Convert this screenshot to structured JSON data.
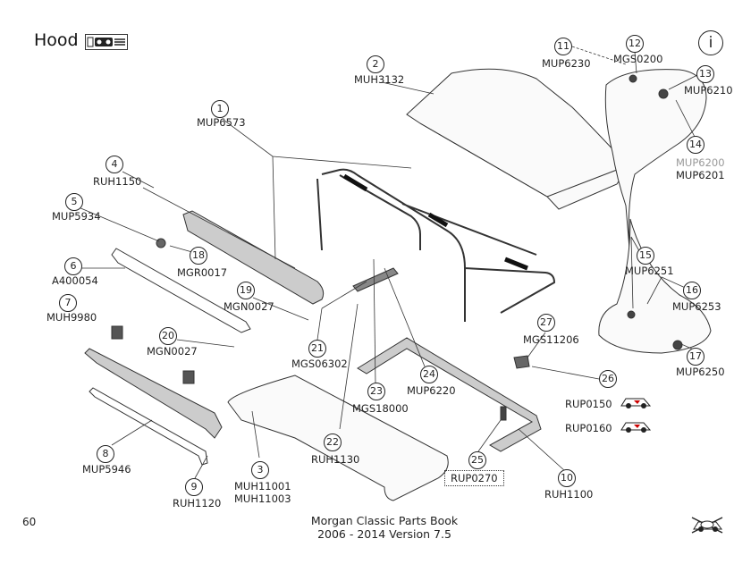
{
  "page": {
    "title": "Hood",
    "page_number": "60",
    "footer_line1": "Morgan Classic Parts Book",
    "footer_line2": "2006 - 2014 Version 7.5",
    "info_label": "i"
  },
  "parts": [
    {
      "num": "1",
      "codes": [
        "MUP6573"
      ]
    },
    {
      "num": "2",
      "codes": [
        "MUH3132"
      ]
    },
    {
      "num": "3",
      "codes": [
        "MUH11001",
        "MUH11003"
      ]
    },
    {
      "num": "4",
      "codes": [
        "RUH1150"
      ]
    },
    {
      "num": "5",
      "codes": [
        "MUP5934"
      ]
    },
    {
      "num": "6",
      "codes": [
        "A400054"
      ]
    },
    {
      "num": "7",
      "codes": [
        "MUH9980"
      ]
    },
    {
      "num": "8",
      "codes": [
        "MUP5946"
      ]
    },
    {
      "num": "9",
      "codes": [
        "RUH1120"
      ]
    },
    {
      "num": "10",
      "codes": [
        "RUH1100"
      ]
    },
    {
      "num": "11",
      "codes": [
        "MUP6230"
      ]
    },
    {
      "num": "12",
      "codes": [
        "MGS0200"
      ]
    },
    {
      "num": "13",
      "codes": [
        "MUP6210"
      ]
    },
    {
      "num": "14",
      "codes": [
        "MUP6200",
        "MUP6201"
      ]
    },
    {
      "num": "15",
      "codes": [
        "MUP6251"
      ]
    },
    {
      "num": "16",
      "codes": [
        "MUP6253"
      ]
    },
    {
      "num": "17",
      "codes": [
        "MUP6250"
      ]
    },
    {
      "num": "18",
      "codes": [
        "MGR0017"
      ]
    },
    {
      "num": "19",
      "codes": [
        "MGN0027"
      ]
    },
    {
      "num": "20",
      "codes": [
        "MGN0027"
      ]
    },
    {
      "num": "21",
      "codes": [
        "MGS06302"
      ]
    },
    {
      "num": "22",
      "codes": [
        "RUH1130"
      ]
    },
    {
      "num": "23",
      "codes": [
        "MGS18000"
      ]
    },
    {
      "num": "24",
      "codes": [
        "MUP6220"
      ]
    },
    {
      "num": "25",
      "codes": [
        "RUP0270"
      ]
    },
    {
      "num": "26",
      "codes": [
        "RUP0150",
        "RUP0160"
      ]
    },
    {
      "num": "27",
      "codes": [
        "MGS11206"
      ]
    }
  ],
  "icons": {
    "title_badge": "car-badge-icon",
    "info": "info-icon",
    "variant": "car-variant-icon",
    "not_applicable": "crossed-car-icon"
  }
}
